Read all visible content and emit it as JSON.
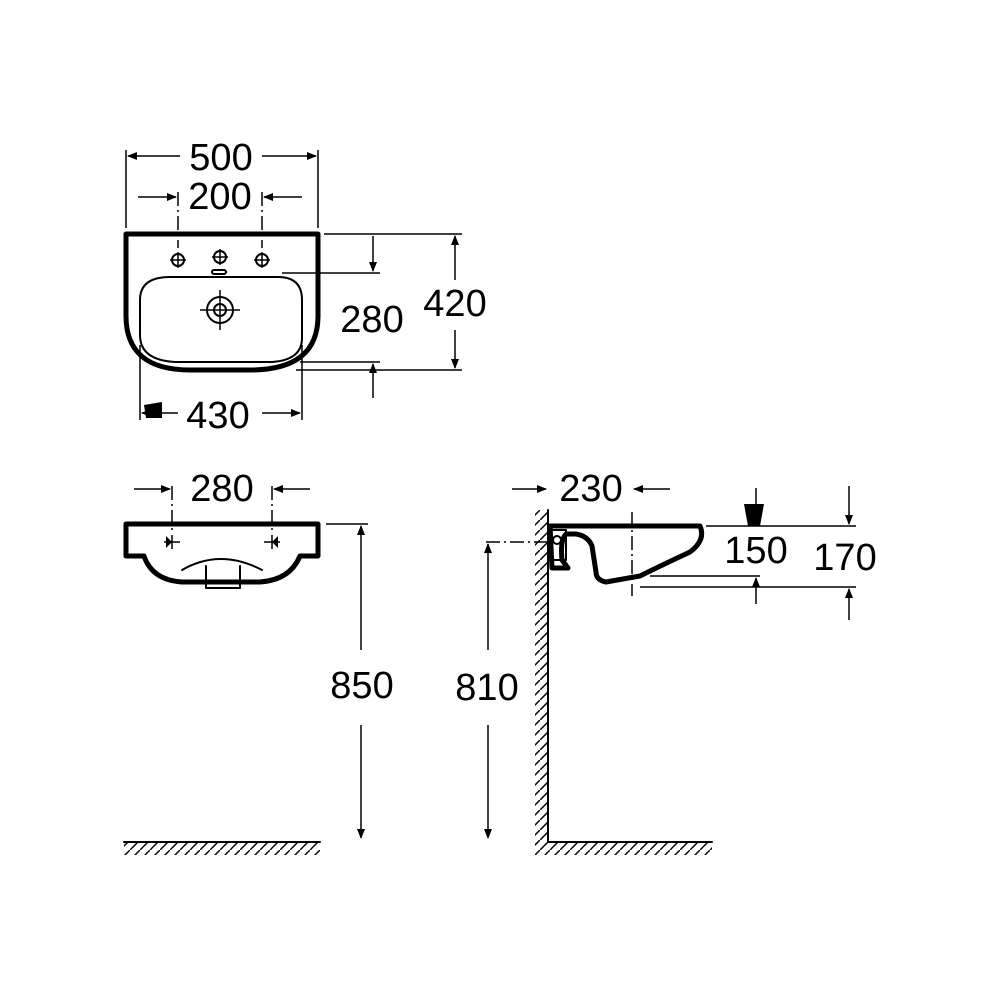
{
  "top_view": {
    "width_overall": "500",
    "tap_hole_spacing": "200",
    "depth_overall": "420",
    "bowl_depth": "280",
    "bowl_width": "430"
  },
  "front_view": {
    "tap_hole_spacing": "280",
    "rim_height": "850"
  },
  "side_view": {
    "wall_projection": "230",
    "outlet_height": "810",
    "bowl_height": "150",
    "total_height": "170"
  }
}
